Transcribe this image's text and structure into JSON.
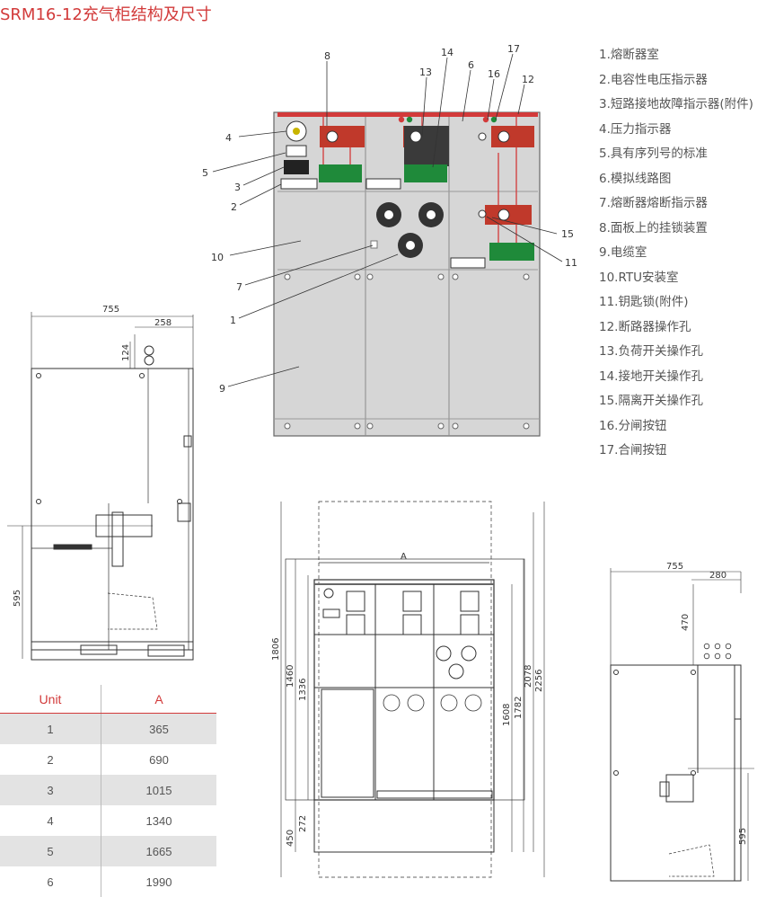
{
  "title": "SRM16-12充气柜结构及尺寸",
  "legend": [
    "1.熔断器室",
    "2.电容性电压指示器",
    "3.短路接地故障指示器(附件)",
    "4.压力指示器",
    "5.具有序列号的标准",
    "6.模拟线路图",
    "7.熔断器熔断指示器",
    "8.面板上的挂锁装置",
    "9.电缆室",
    "10.RTU安装室",
    "11.钥匙锁(附件)",
    "12.断路器操作孔",
    "13.负荷开关操作孔",
    "14.接地开关操作孔",
    "15.隔离开关操作孔",
    "16.分闸按钮",
    "17.合闸按钮"
  ],
  "callouts": {
    "n1": "1",
    "n2": "2",
    "n3": "3",
    "n4": "4",
    "n5": "5",
    "n6": "6",
    "n7": "7",
    "n8": "8",
    "n9": "9",
    "n10": "10",
    "n11": "11",
    "n12": "12",
    "n13": "13",
    "n14": "14",
    "n15": "15",
    "n16": "16",
    "n17": "17"
  },
  "side_view_left": {
    "w755": "755",
    "w258": "258",
    "h124": "124",
    "h595": "595"
  },
  "front_view": {
    "a": "A",
    "h1806": "1806",
    "h1460": "1460",
    "h1336": "1336",
    "h1608": "1608",
    "h1782": "1782",
    "h2078": "2078",
    "h2256": "2256",
    "h450": "450",
    "h272": "272"
  },
  "side_view_right": {
    "w755": "755",
    "w280": "280",
    "h470": "470",
    "h595": "595"
  },
  "table": {
    "headers": [
      "Unit",
      "A"
    ],
    "rows": [
      {
        "unit": "1",
        "a": "365"
      },
      {
        "unit": "2",
        "a": "690"
      },
      {
        "unit": "3",
        "a": "1015"
      },
      {
        "unit": "4",
        "a": "1340"
      },
      {
        "unit": "5",
        "a": "1665"
      },
      {
        "unit": "6",
        "a": "1990"
      }
    ]
  },
  "colors": {
    "accent": "#d23a3a",
    "panel": "#d4d4d4",
    "green": "#1f8a3a"
  }
}
